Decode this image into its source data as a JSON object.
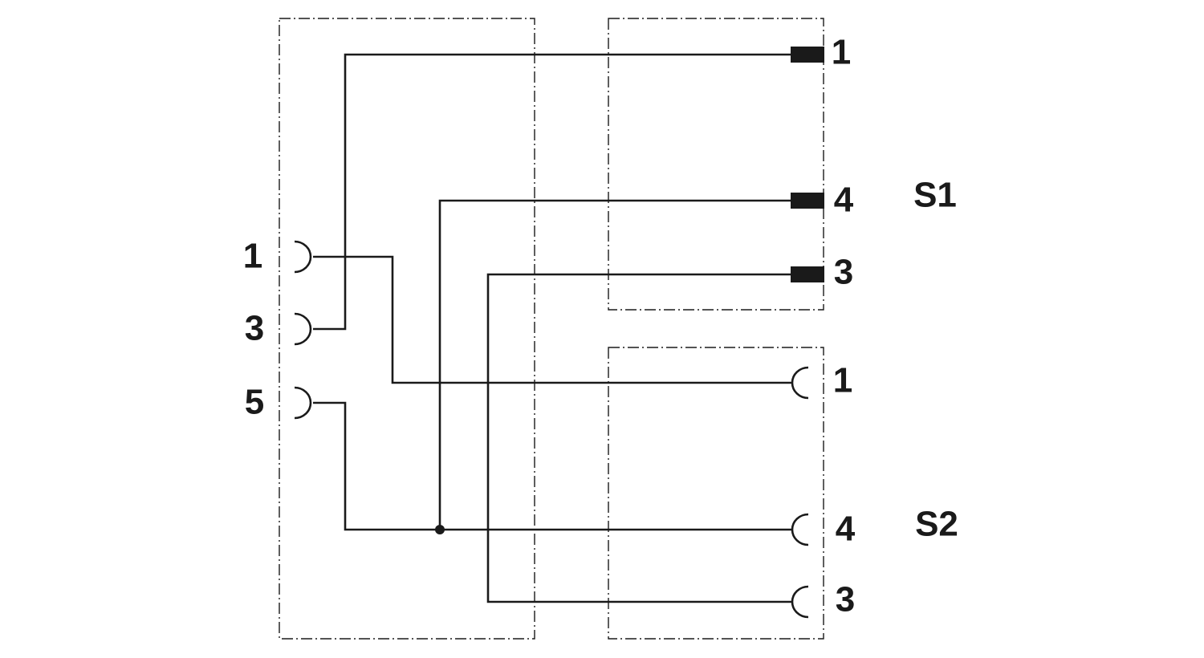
{
  "diagram": {
    "left_connector": {
      "pins": [
        {
          "label": "1",
          "type": "socket"
        },
        {
          "label": "3",
          "type": "socket"
        },
        {
          "label": "5",
          "type": "socket"
        }
      ]
    },
    "s1_connector": {
      "name": "S1",
      "pins": [
        {
          "label": "1",
          "type": "pin"
        },
        {
          "label": "4",
          "type": "pin"
        },
        {
          "label": "3",
          "type": "pin"
        }
      ]
    },
    "s2_connector": {
      "name": "S2",
      "pins": [
        {
          "label": "1",
          "type": "socket"
        },
        {
          "label": "4",
          "type": "socket"
        },
        {
          "label": "3",
          "type": "socket"
        }
      ]
    },
    "connections": [
      {
        "from": "left.3",
        "to": "S1.1"
      },
      {
        "from": "left.1",
        "to": "S2.1"
      },
      {
        "from": "left.5",
        "to": "S1.4"
      },
      {
        "from": "left.5",
        "to": "S2.4"
      },
      {
        "from": "S1.3",
        "to": "S2.3"
      }
    ],
    "colors": {
      "line": "#1a1a1a",
      "background": "#ffffff"
    }
  }
}
